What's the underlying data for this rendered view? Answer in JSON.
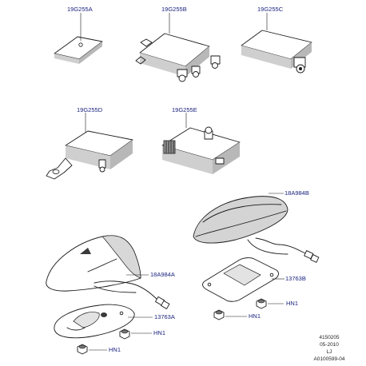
{
  "parts": {
    "p19g255a": "19G255A",
    "p19g255b": "19G255B",
    "p19g255c": "19G255C",
    "p19g255d": "19G255D",
    "p19g255e": "19G255E",
    "p18a984b": "18A984B",
    "p18a984a": "18A984A",
    "p13763b": "13763B",
    "p13763a": "13763A",
    "hn1_a": "HN1",
    "hn1_b": "HN1",
    "hn1_c": "HN1",
    "hn1_d": "HN1"
  },
  "footer": {
    "code": "4150205",
    "date": "05-2010",
    "initials": "LJ",
    "ref": "A0100599-04"
  }
}
